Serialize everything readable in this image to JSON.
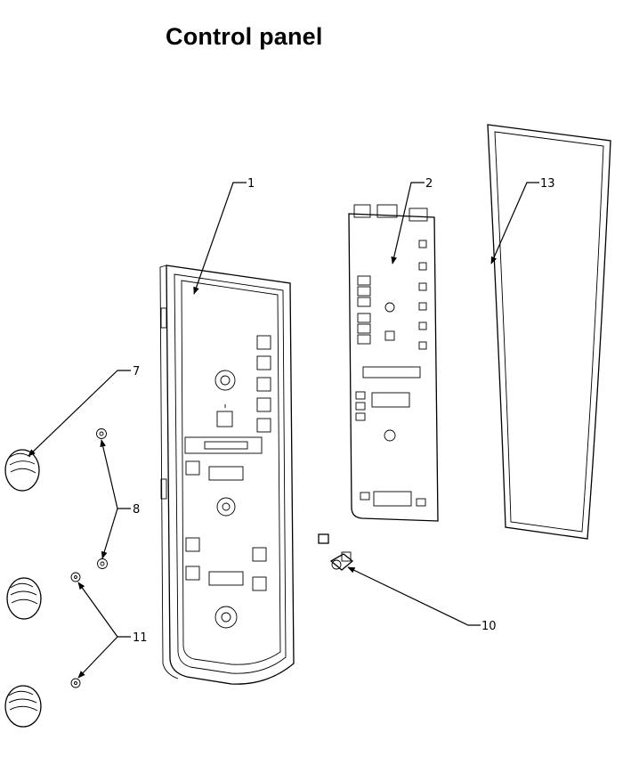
{
  "title": "Control panel",
  "callouts": {
    "c1": "1",
    "c2": "2",
    "c13": "13",
    "c7": "7",
    "c8": "8",
    "c10": "10",
    "c11": "11"
  }
}
